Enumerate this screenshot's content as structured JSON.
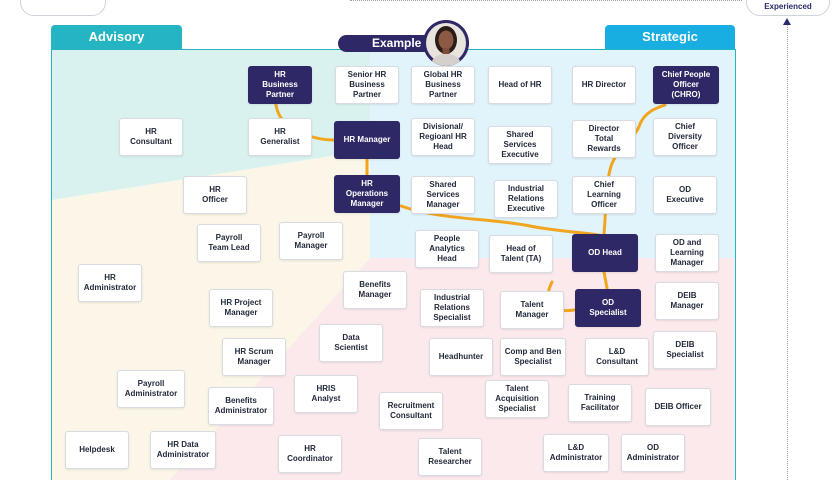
{
  "header": {
    "top_right_label": "Experienced"
  },
  "tabs": {
    "advisory": "Advisory",
    "strategic": "Strategic",
    "example": "Example"
  },
  "colors": {
    "advisory_tab": "#25b5c2",
    "strategic_tab": "#18aee2",
    "highlight": "#2e2966",
    "path": "#f2a51f",
    "zone_teal": "#d9f2ef",
    "zone_blue": "#e1f3fb",
    "zone_cream": "#fbf6e7",
    "zone_pink": "#fbe9ec"
  },
  "roles": [
    {
      "id": "hr-business-partner",
      "label": "HR\nBusiness\nPartner",
      "highlight": true
    },
    {
      "id": "senior-hr-business-partner",
      "label": "Senior HR\nBusiness\nPartner",
      "highlight": false
    },
    {
      "id": "global-hr-business-partner",
      "label": "Global HR\nBusiness\nPartner",
      "highlight": false
    },
    {
      "id": "head-of-hr",
      "label": "Head of HR",
      "highlight": false
    },
    {
      "id": "hr-director",
      "label": "HR Director",
      "highlight": false
    },
    {
      "id": "chief-people-officer",
      "label": "Chief People\nOfficer\n(CHRO)",
      "highlight": true
    },
    {
      "id": "hr-consultant",
      "label": "HR\nConsultant",
      "highlight": false
    },
    {
      "id": "hr-generalist",
      "label": "HR\nGeneralist",
      "highlight": false
    },
    {
      "id": "hr-manager",
      "label": "HR Manager",
      "highlight": true
    },
    {
      "id": "divisional-hr-head",
      "label": "Divisional/\nRegioanl HR\nHead",
      "highlight": false
    },
    {
      "id": "shared-services-executive",
      "label": "Shared\nServices\nExecutive",
      "highlight": false
    },
    {
      "id": "director-total-rewards",
      "label": "Director\nTotal\nRewards",
      "highlight": false
    },
    {
      "id": "chief-diversity-officer",
      "label": "Chief\nDiversity\nOfficer",
      "highlight": false
    },
    {
      "id": "hr-officer",
      "label": "HR\nOfficer",
      "highlight": false
    },
    {
      "id": "hr-operations-manager",
      "label": "HR\nOperations\nManager",
      "highlight": true
    },
    {
      "id": "shared-services-manager",
      "label": "Shared\nServices\nManager",
      "highlight": false
    },
    {
      "id": "industrial-relations-executive",
      "label": "Industrial\nRelations\nExecutive",
      "highlight": false
    },
    {
      "id": "chief-learning-officer",
      "label": "Chief\nLearning\nOfficer",
      "highlight": false
    },
    {
      "id": "od-executive",
      "label": "OD\nExecutive",
      "highlight": false
    },
    {
      "id": "payroll-team-lead",
      "label": "Payroll\nTeam Lead",
      "highlight": false
    },
    {
      "id": "payroll-manager",
      "label": "Payroll\nManager",
      "highlight": false
    },
    {
      "id": "people-analytics-head",
      "label": "People\nAnalytics\nHead",
      "highlight": false
    },
    {
      "id": "head-of-talent",
      "label": "Head of\nTalent (TA)",
      "highlight": false
    },
    {
      "id": "od-head",
      "label": "OD Head",
      "highlight": true
    },
    {
      "id": "od-and-learning-manager",
      "label": "OD and\nLearning\nManager",
      "highlight": false
    },
    {
      "id": "hr-administrator",
      "label": "HR\nAdministrator",
      "highlight": false
    },
    {
      "id": "benefits-manager",
      "label": "Benefits\nManager",
      "highlight": false
    },
    {
      "id": "hr-project-manager",
      "label": "HR Project\nManager",
      "highlight": false
    },
    {
      "id": "industrial-relations-specialist",
      "label": "Industrial\nRelations\nSpecialist",
      "highlight": false
    },
    {
      "id": "talent-manager",
      "label": "Talent\nManager",
      "highlight": false
    },
    {
      "id": "od-specialist",
      "label": "OD\nSpecialist",
      "highlight": true
    },
    {
      "id": "deib-manager",
      "label": "DEIB\nManager",
      "highlight": false
    },
    {
      "id": "data-scientist",
      "label": "Data\nScientist",
      "highlight": false
    },
    {
      "id": "hr-scrum-manager",
      "label": "HR Scrum\nManager",
      "highlight": false
    },
    {
      "id": "headhunter",
      "label": "Headhunter",
      "highlight": false
    },
    {
      "id": "comp-and-ben-specialist",
      "label": "Comp and Ben\nSpecialist",
      "highlight": false
    },
    {
      "id": "ld-consultant",
      "label": "L&D\nConsultant",
      "highlight": false
    },
    {
      "id": "deib-specialist",
      "label": "DEIB\nSpecialist",
      "highlight": false
    },
    {
      "id": "payroll-administrator",
      "label": "Payroll\nAdministrator",
      "highlight": false
    },
    {
      "id": "hris-analyst",
      "label": "HRIS\nAnalyst",
      "highlight": false
    },
    {
      "id": "benefits-administrator",
      "label": "Benefits\nAdministrator",
      "highlight": false
    },
    {
      "id": "recruitment-consultant",
      "label": "Recruitment\nConsultant",
      "highlight": false
    },
    {
      "id": "talent-acquisition-specialist",
      "label": "Talent\nAcquisition\nSpecialist",
      "highlight": false
    },
    {
      "id": "training-facilitator",
      "label": "Training\nFacilitator",
      "highlight": false
    },
    {
      "id": "deib-officer",
      "label": "DEIB Officer",
      "highlight": false
    },
    {
      "id": "helpdesk",
      "label": "Helpdesk",
      "highlight": false
    },
    {
      "id": "hr-data-administrator",
      "label": "HR Data\nAdministrator",
      "highlight": false
    },
    {
      "id": "hr-coordinator",
      "label": "HR\nCoordinator",
      "highlight": false
    },
    {
      "id": "talent-researcher",
      "label": "Talent\nResearcher",
      "highlight": false
    },
    {
      "id": "ld-administrator",
      "label": "L&D\nAdministrator",
      "highlight": false
    },
    {
      "id": "od-administrator",
      "label": "OD\nAdministrator",
      "highlight": false
    }
  ]
}
